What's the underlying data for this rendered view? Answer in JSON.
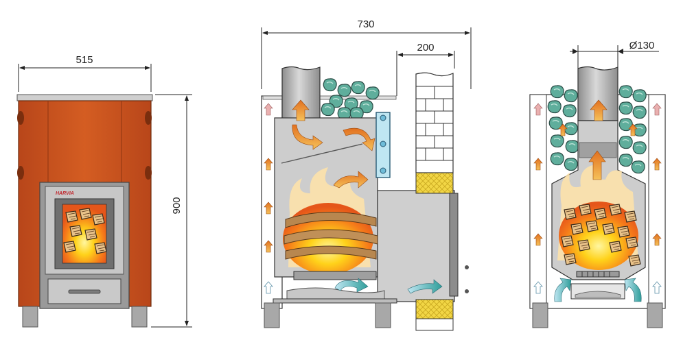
{
  "dimensions": {
    "front_width": "515",
    "front_height": "900",
    "side_depth": "730",
    "side_tunnel": "200",
    "rear_chimney_diameter": "Ø130"
  },
  "logo": "HARVIA",
  "colors": {
    "body": "#c8531e",
    "body_dark": "#8e3510",
    "steel": "#b9b9b9",
    "steel_light": "#dcdcdc",
    "stone": "#5fae9c",
    "brick": "#ffffff",
    "insulation": "#f2d645",
    "fire_yellow": "#ffd21a",
    "fire_orange": "#f57a1a",
    "arrow_hot": "#f4a23a",
    "arrow_cold": "#8ecfe6",
    "arrow_warm": "#e8a6a6"
  }
}
